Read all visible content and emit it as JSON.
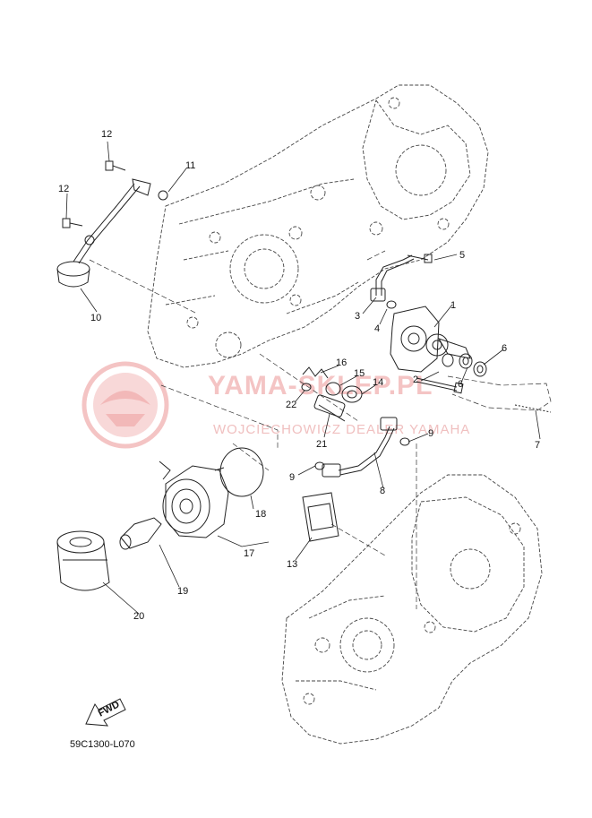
{
  "watermark": {
    "brand": "YAMA-SKLEP.PL",
    "dealer": "WOJCIECHOWICZ DEALER YAMAHA"
  },
  "diagram_code": "59C1300-L070",
  "fwd_label": "FWD",
  "callouts": [
    {
      "id": "c1",
      "label": "1"
    },
    {
      "id": "c2",
      "label": "2"
    },
    {
      "id": "c3",
      "label": "3"
    },
    {
      "id": "c4",
      "label": "4"
    },
    {
      "id": "c5",
      "label": "5"
    },
    {
      "id": "c6a",
      "label": "6"
    },
    {
      "id": "c6b",
      "label": "6"
    },
    {
      "id": "c7",
      "label": "7"
    },
    {
      "id": "c8",
      "label": "8"
    },
    {
      "id": "c9a",
      "label": "9"
    },
    {
      "id": "c9b",
      "label": "9"
    },
    {
      "id": "c10",
      "label": "10"
    },
    {
      "id": "c11",
      "label": "11"
    },
    {
      "id": "c12a",
      "label": "12"
    },
    {
      "id": "c12b",
      "label": "12"
    },
    {
      "id": "c13",
      "label": "13"
    },
    {
      "id": "c14",
      "label": "14"
    },
    {
      "id": "c15",
      "label": "15"
    },
    {
      "id": "c16",
      "label": "16"
    },
    {
      "id": "c17",
      "label": "17"
    },
    {
      "id": "c18",
      "label": "18"
    },
    {
      "id": "c19",
      "label": "19"
    },
    {
      "id": "c20",
      "label": "20"
    },
    {
      "id": "c21",
      "label": "21"
    },
    {
      "id": "c22",
      "label": "22"
    }
  ]
}
